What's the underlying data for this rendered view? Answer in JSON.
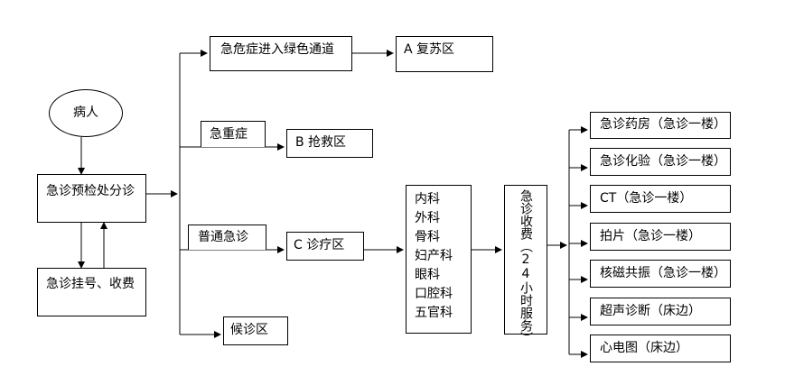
{
  "patient": "病人",
  "triage": "急诊预检处分诊",
  "registration": "急诊挂号、收费",
  "branches": {
    "critical": "急危症进入绿色通道",
    "severe": "急重症",
    "normal": "普通急诊",
    "waiting": "候诊区"
  },
  "zones": {
    "a": "A 复苏区",
    "b": "B 抢救区",
    "c": "C 诊疗区"
  },
  "departments": [
    "内科",
    "外科",
    "骨科",
    "妇产科",
    "眼科",
    "口腔科",
    "五官科"
  ],
  "fees": "急诊收费（24小时服务）",
  "services": [
    "急诊药房（急诊一楼）",
    "急诊化验（急诊一楼）",
    "CT（急诊一楼）",
    "拍片（急诊一楼）",
    "核磁共振（急诊一楼）",
    "超声诊断（床边）",
    "心电图（床边）"
  ]
}
